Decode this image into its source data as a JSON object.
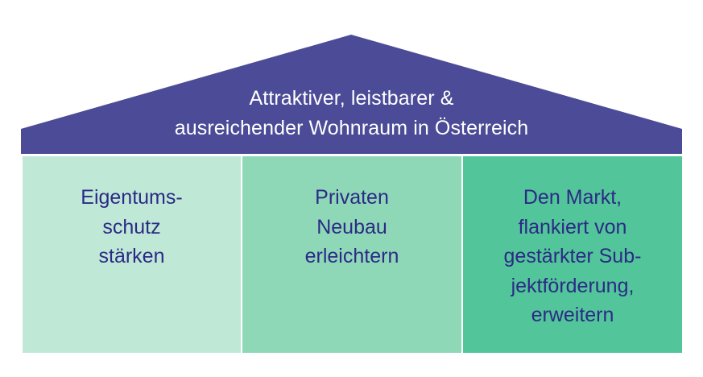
{
  "roof": {
    "title_lines": [
      "Attraktiver, leistbarer &",
      "ausreichender Wohnraum in Österreich"
    ],
    "color": "#4b4b97"
  },
  "pillars": [
    {
      "lines": [
        "Eigentums-",
        "schutz",
        "stärken"
      ],
      "color": "#bfe9d6"
    },
    {
      "lines": [
        "Privaten",
        "Neubau",
        "erleichtern"
      ],
      "color": "#8fd8b7"
    },
    {
      "lines": [
        "Den Markt,",
        "flankiert von",
        "gestärkter Sub-",
        "jektförderung,",
        "erweitern"
      ],
      "color": "#52c59a"
    }
  ],
  "text_color": "#2c2a86"
}
